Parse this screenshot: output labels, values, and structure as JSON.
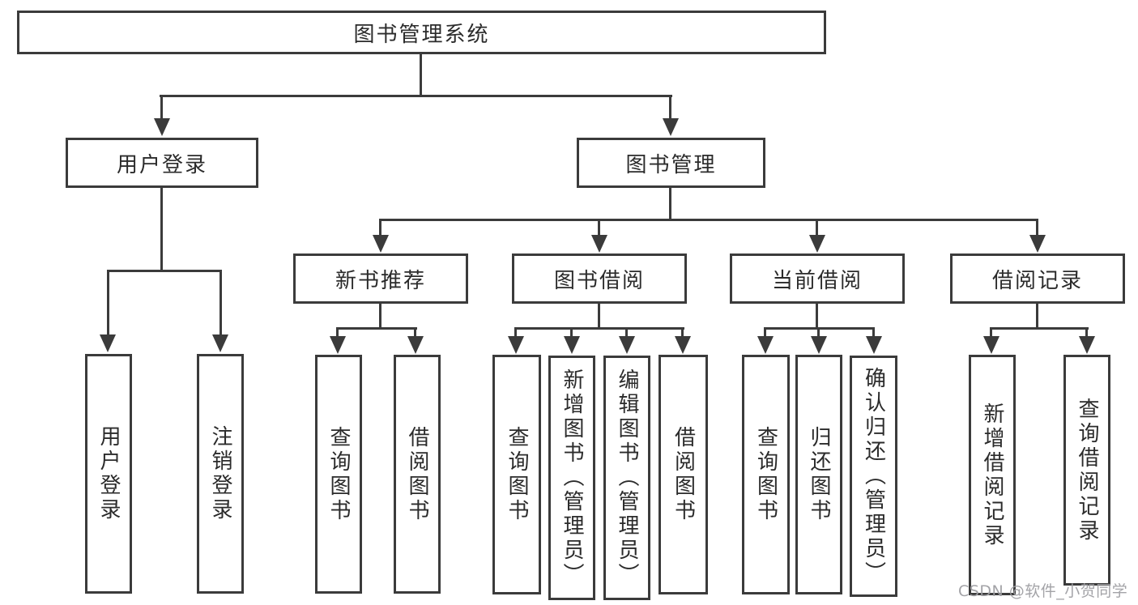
{
  "diagram": {
    "title": "图书管理系统",
    "root": {
      "label": "图书管理系统"
    },
    "level1": [
      {
        "label": "用户登录"
      },
      {
        "label": "图书管理"
      }
    ],
    "level2": [
      {
        "parent": "图书管理",
        "label": "新书推荐"
      },
      {
        "parent": "图书管理",
        "label": "图书借阅"
      },
      {
        "parent": "图书管理",
        "label": "当前借阅"
      },
      {
        "parent": "图书管理",
        "label": "借阅记录"
      }
    ],
    "leaves": [
      {
        "parent": "用户登录",
        "label": "用户登录"
      },
      {
        "parent": "用户登录",
        "label": "注销登录"
      },
      {
        "parent": "新书推荐",
        "label": "查询图书"
      },
      {
        "parent": "新书推荐",
        "label": "借阅图书"
      },
      {
        "parent": "图书借阅",
        "label": "查询图书"
      },
      {
        "parent": "图书借阅",
        "label": "新增图书（管理员）"
      },
      {
        "parent": "图书借阅",
        "label": "编辑图书（管理员）"
      },
      {
        "parent": "图书借阅",
        "label": "借阅图书"
      },
      {
        "parent": "当前借阅",
        "label": "查询图书"
      },
      {
        "parent": "当前借阅",
        "label": "归还图书"
      },
      {
        "parent": "当前借阅",
        "label": "确认归还（管理员）"
      },
      {
        "parent": "借阅记录",
        "label": "新增借阅记录"
      },
      {
        "parent": "借阅记录",
        "label": "查询借阅记录"
      }
    ],
    "colors": {
      "line": "#3b3b3b",
      "box_border": "#3b3b3b",
      "text": "#2b2b2b",
      "background": "#ffffff",
      "watermark": "#9e9ea2"
    }
  },
  "watermark": {
    "text": "CSDN @软件_小贺同学"
  }
}
